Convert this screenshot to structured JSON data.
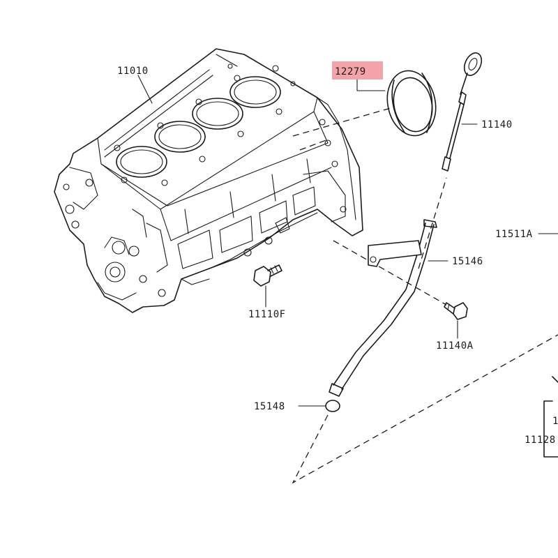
{
  "labels": {
    "cylinder_block": "11010",
    "rear_oil_seal": "12279",
    "oil_level_gauge": "11140",
    "bracket_bolt_right": "11511A",
    "oil_gauge_guide": "15146",
    "block_bolt": "11110F",
    "guide_bolt": "11140A",
    "o_ring": "15148",
    "partial_label_upper": "1",
    "partial_label_lower": "11128"
  },
  "colors": {
    "line": "#1a1a1a",
    "highlight": "#f4a3a8",
    "background": "#ffffff"
  }
}
